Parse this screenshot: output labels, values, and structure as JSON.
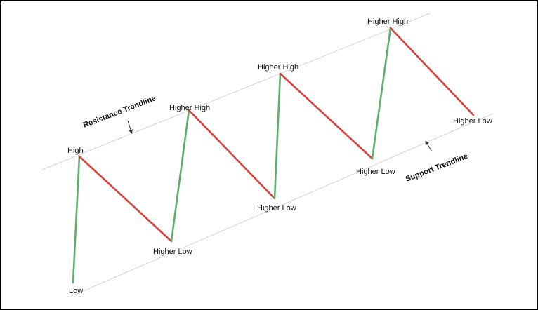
{
  "diagram": {
    "colors": {
      "up_leg": "#5bb06a",
      "down_leg": "#d9413b",
      "trendline": "#d4d4d4",
      "border": "#000000"
    },
    "trendlines": {
      "resistance_label": "Resistance Trendline",
      "support_label": "Support Trendline"
    },
    "point_labels": [
      "Low",
      "High",
      "Higher Low",
      "Higher High",
      "Higher Low",
      "Higher High",
      "Higher Low",
      "Higher High",
      "Higher Low"
    ]
  }
}
